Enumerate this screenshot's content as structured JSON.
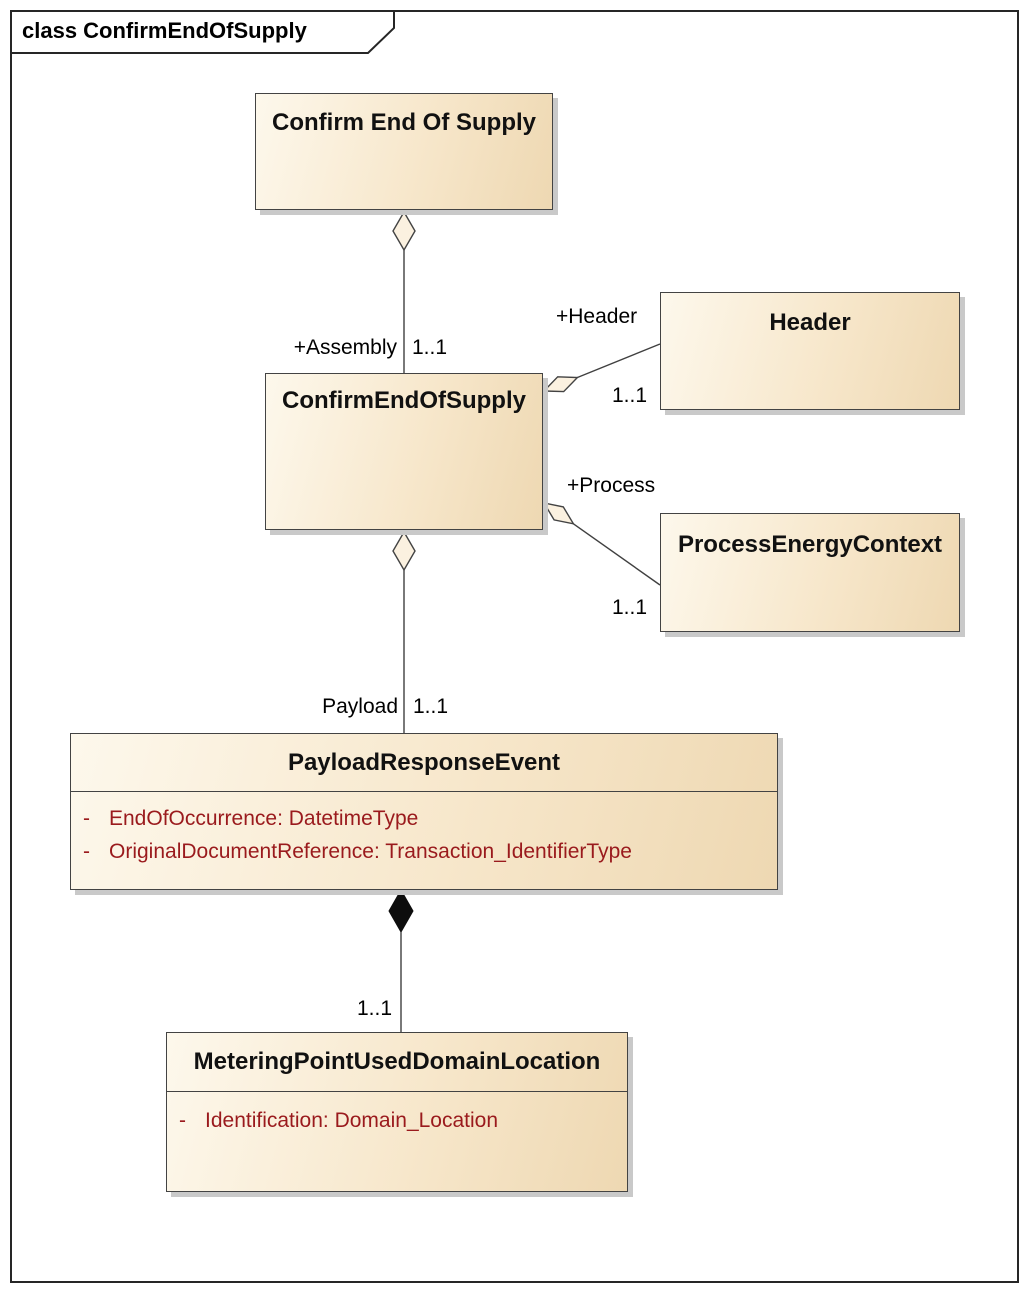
{
  "frame": {
    "title": "class ConfirmEndOfSupply"
  },
  "classes": {
    "confirm_end_of_supply_root": {
      "name": "Confirm End Of Supply"
    },
    "confirm_end_of_supply": {
      "name": "ConfirmEndOfSupply"
    },
    "header": {
      "name": "Header"
    },
    "process_energy_context": {
      "name": "ProcessEnergyContext"
    },
    "payload_response_event": {
      "name": "PayloadResponseEvent",
      "attributes": [
        {
          "prefix": "-",
          "text": "EndOfOccurrence: DatetimeType"
        },
        {
          "prefix": "-",
          "text": "OriginalDocumentReference: Transaction_IdentifierType"
        }
      ]
    },
    "metering_point_used_domain_location": {
      "name": "MeteringPointUsedDomainLocation",
      "attributes": [
        {
          "prefix": "-",
          "text": "Identification: Domain_Location"
        }
      ]
    }
  },
  "connectors": {
    "assembly": {
      "role": "+Assembly",
      "multiplicity": "1..1",
      "type": "aggregation"
    },
    "header": {
      "role": "+Header",
      "multiplicity": "1..1",
      "type": "aggregation"
    },
    "process": {
      "role": "+Process",
      "multiplicity": "1..1",
      "type": "aggregation"
    },
    "payload": {
      "role": "Payload",
      "multiplicity": "1..1",
      "type": "aggregation"
    },
    "metering": {
      "multiplicity": "1..1",
      "type": "composition"
    }
  },
  "colors": {
    "box_fill_light": "#fdf8ec",
    "box_fill_dark": "#eed8b2",
    "box_border": "#434343",
    "box_shadow": "#c9c9c9",
    "attribute_text": "#9a1a1d",
    "line": "#404040",
    "composition_diamond": "#0d0d0d"
  }
}
